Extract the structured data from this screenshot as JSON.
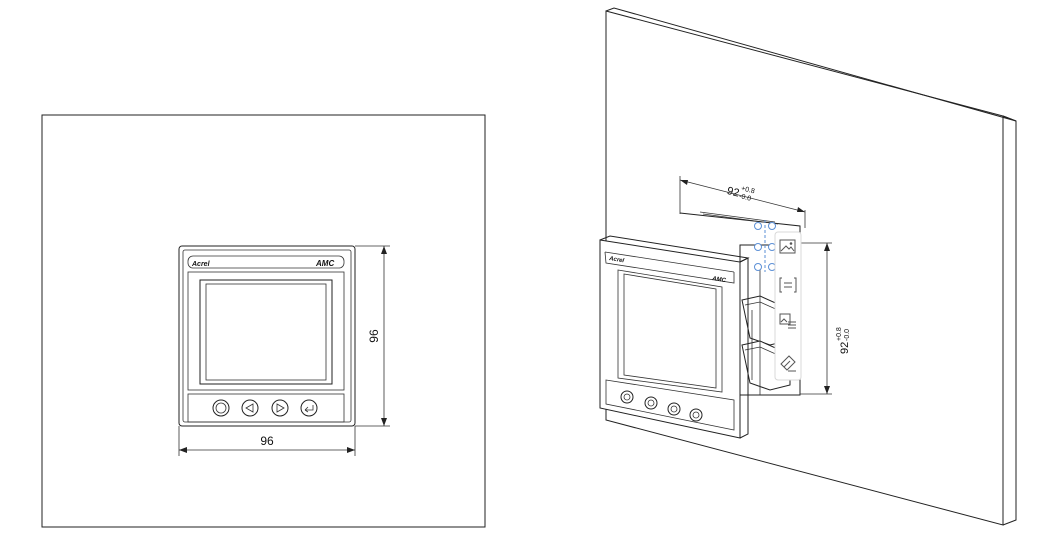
{
  "front_view": {
    "brand": "Acrel",
    "model": "AMC",
    "width_label": "96",
    "height_label": "96"
  },
  "side_view": {
    "brand": "Acrel",
    "model": "AMC",
    "cutout_width": {
      "nominal": "92",
      "upper": "+0.8",
      "lower": "-0.0"
    },
    "cutout_height": {
      "nominal": "92",
      "upper": "+0.8",
      "lower": "-0.0"
    }
  },
  "toolbar": {
    "items": [
      {
        "icon": "image-icon"
      },
      {
        "icon": "text-box-icon"
      },
      {
        "icon": "image-text-icon"
      },
      {
        "icon": "eraser-icon"
      }
    ]
  }
}
